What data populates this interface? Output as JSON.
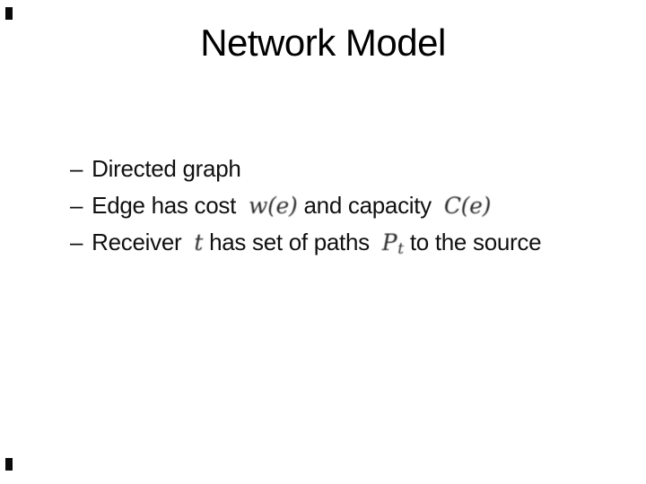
{
  "slide": {
    "title": "Network Model",
    "bullet_marker": "–",
    "bullets": [
      {
        "segments": [
          {
            "type": "text",
            "text": "Directed graph"
          }
        ]
      },
      {
        "segments": [
          {
            "type": "text",
            "text": "Edge has cost"
          },
          {
            "type": "math",
            "text": "w(e)"
          },
          {
            "type": "text",
            "text": "and capacity"
          },
          {
            "type": "math",
            "text": "C(e)"
          }
        ]
      },
      {
        "segments": [
          {
            "type": "text",
            "text": "Receiver"
          },
          {
            "type": "math",
            "text": "t"
          },
          {
            "type": "text",
            "text": "has set of paths"
          },
          {
            "type": "math",
            "text": "P",
            "sub": "t",
            "script": true
          },
          {
            "type": "text",
            "text": "to the source"
          }
        ]
      }
    ],
    "colors": {
      "background": "#ffffff",
      "title_text": "#000000",
      "body_text": "#111111",
      "corner_mark": "#0a0a0a"
    }
  }
}
